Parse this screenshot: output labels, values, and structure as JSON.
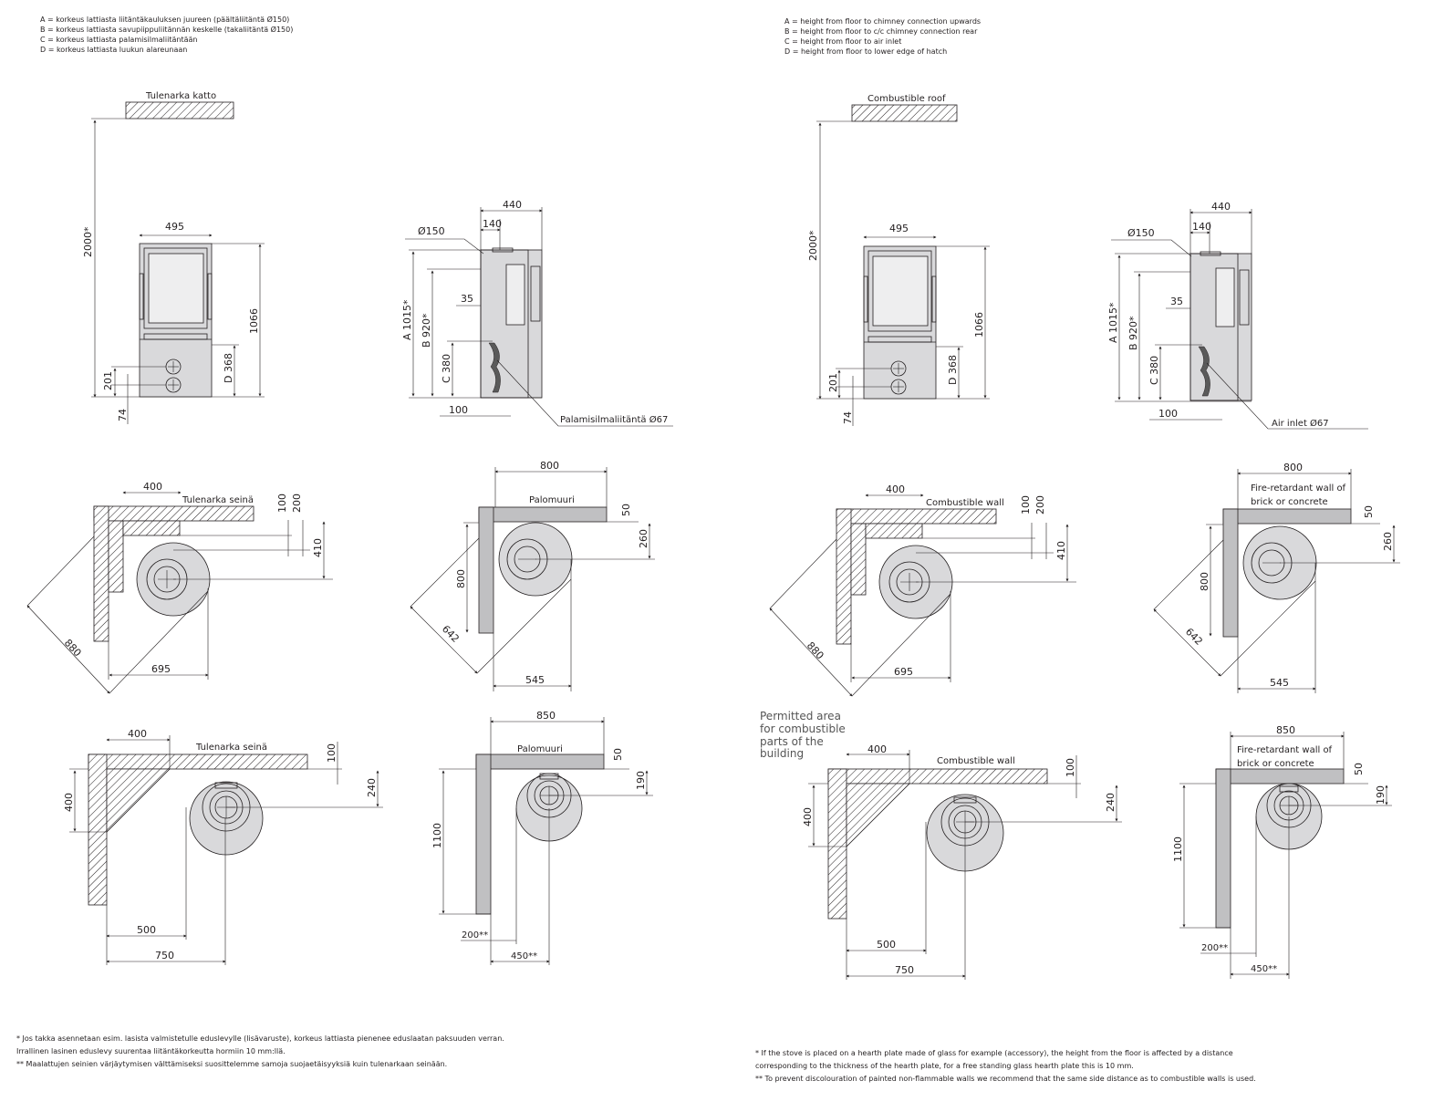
{
  "fi": {
    "legend": [
      "A = korkeus lattiasta liitäntäkauluksen juureen (päältäliitäntä Ø150)",
      "B = korkeus lattiasta savupiippuliitännän keskelle (takaliitäntä Ø150)",
      "C = korkeus lattiasta palamisilmaliitäntään",
      "D = korkeus lattiasta luukun alareunaan"
    ],
    "roof_label": "Tulenarka katto",
    "wall_label": "Tulenarka seinä",
    "firewall_label": "Palomuuri",
    "air_inlet_label": "Palamisilmaliitäntä Ø67",
    "footnotes": [
      "*   Jos takka asennetaan esim. lasista valmistetulle eduslevylle (lisävaruste), korkeus lattiasta pienenee eduslaatan paksuuden verran.",
      "     Irrallinen lasinen eduslevy suurentaa liitäntäkorkeutta hormiin 10 mm:llä.",
      "**  Maalattujen seinien värjäytymisen välttämiseksi suosittelemme samoja suojaetäisyyksiä kuin tulenarkaan seinään."
    ]
  },
  "en": {
    "legend": [
      "A = height from floor to chimney connection upwards",
      "B = height from floor to c/c chimney connection rear",
      "C = height from floor to air inlet",
      "D = height from floor to lower edge of hatch"
    ],
    "roof_label": "Combustible roof",
    "wall_label": "Combustible wall",
    "firewall_line1": "Fire-retardant wall of",
    "firewall_line2": "brick or concrete",
    "air_inlet_label": "Air inlet Ø67",
    "permitted": [
      "Permitted area",
      "for combustible",
      "parts of the",
      "building"
    ],
    "footnotes": [
      "*   If the stove is placed on a hearth plate made of glass for example (accessory), the height from the floor is affected by a distance",
      "     corresponding to the thickness of the hearth plate, for a free standing glass hearth plate this is 10 mm.",
      "**  To prevent discolouration of painted non-flammable walls we recommend that the same side distance as to combustible walls is used."
    ]
  },
  "dims": {
    "h2000": "2000*",
    "w495": "495",
    "h1066": "1066",
    "h201": "201",
    "h74": "74",
    "d368": "D 368",
    "w440": "440",
    "w140": "140",
    "d150": "Ø150",
    "w35": "35",
    "a1015": "A 1015*",
    "b920": "B 920*",
    "c380": "C 380",
    "w100": "100",
    "c400": "400",
    "c100": "100",
    "c200": "200",
    "c410": "410",
    "c880": "880",
    "c695": "695",
    "f800": "800",
    "f50": "50",
    "f260": "260",
    "f800v": "800",
    "f642": "642",
    "f545": "545",
    "s400": "400",
    "s100": "100",
    "s240": "240",
    "s400v": "400",
    "s500": "500",
    "s750": "750",
    "p850": "850",
    "p50": "50",
    "p190": "190",
    "p1100": "1100",
    "p200": "200**",
    "p450": "450**"
  }
}
